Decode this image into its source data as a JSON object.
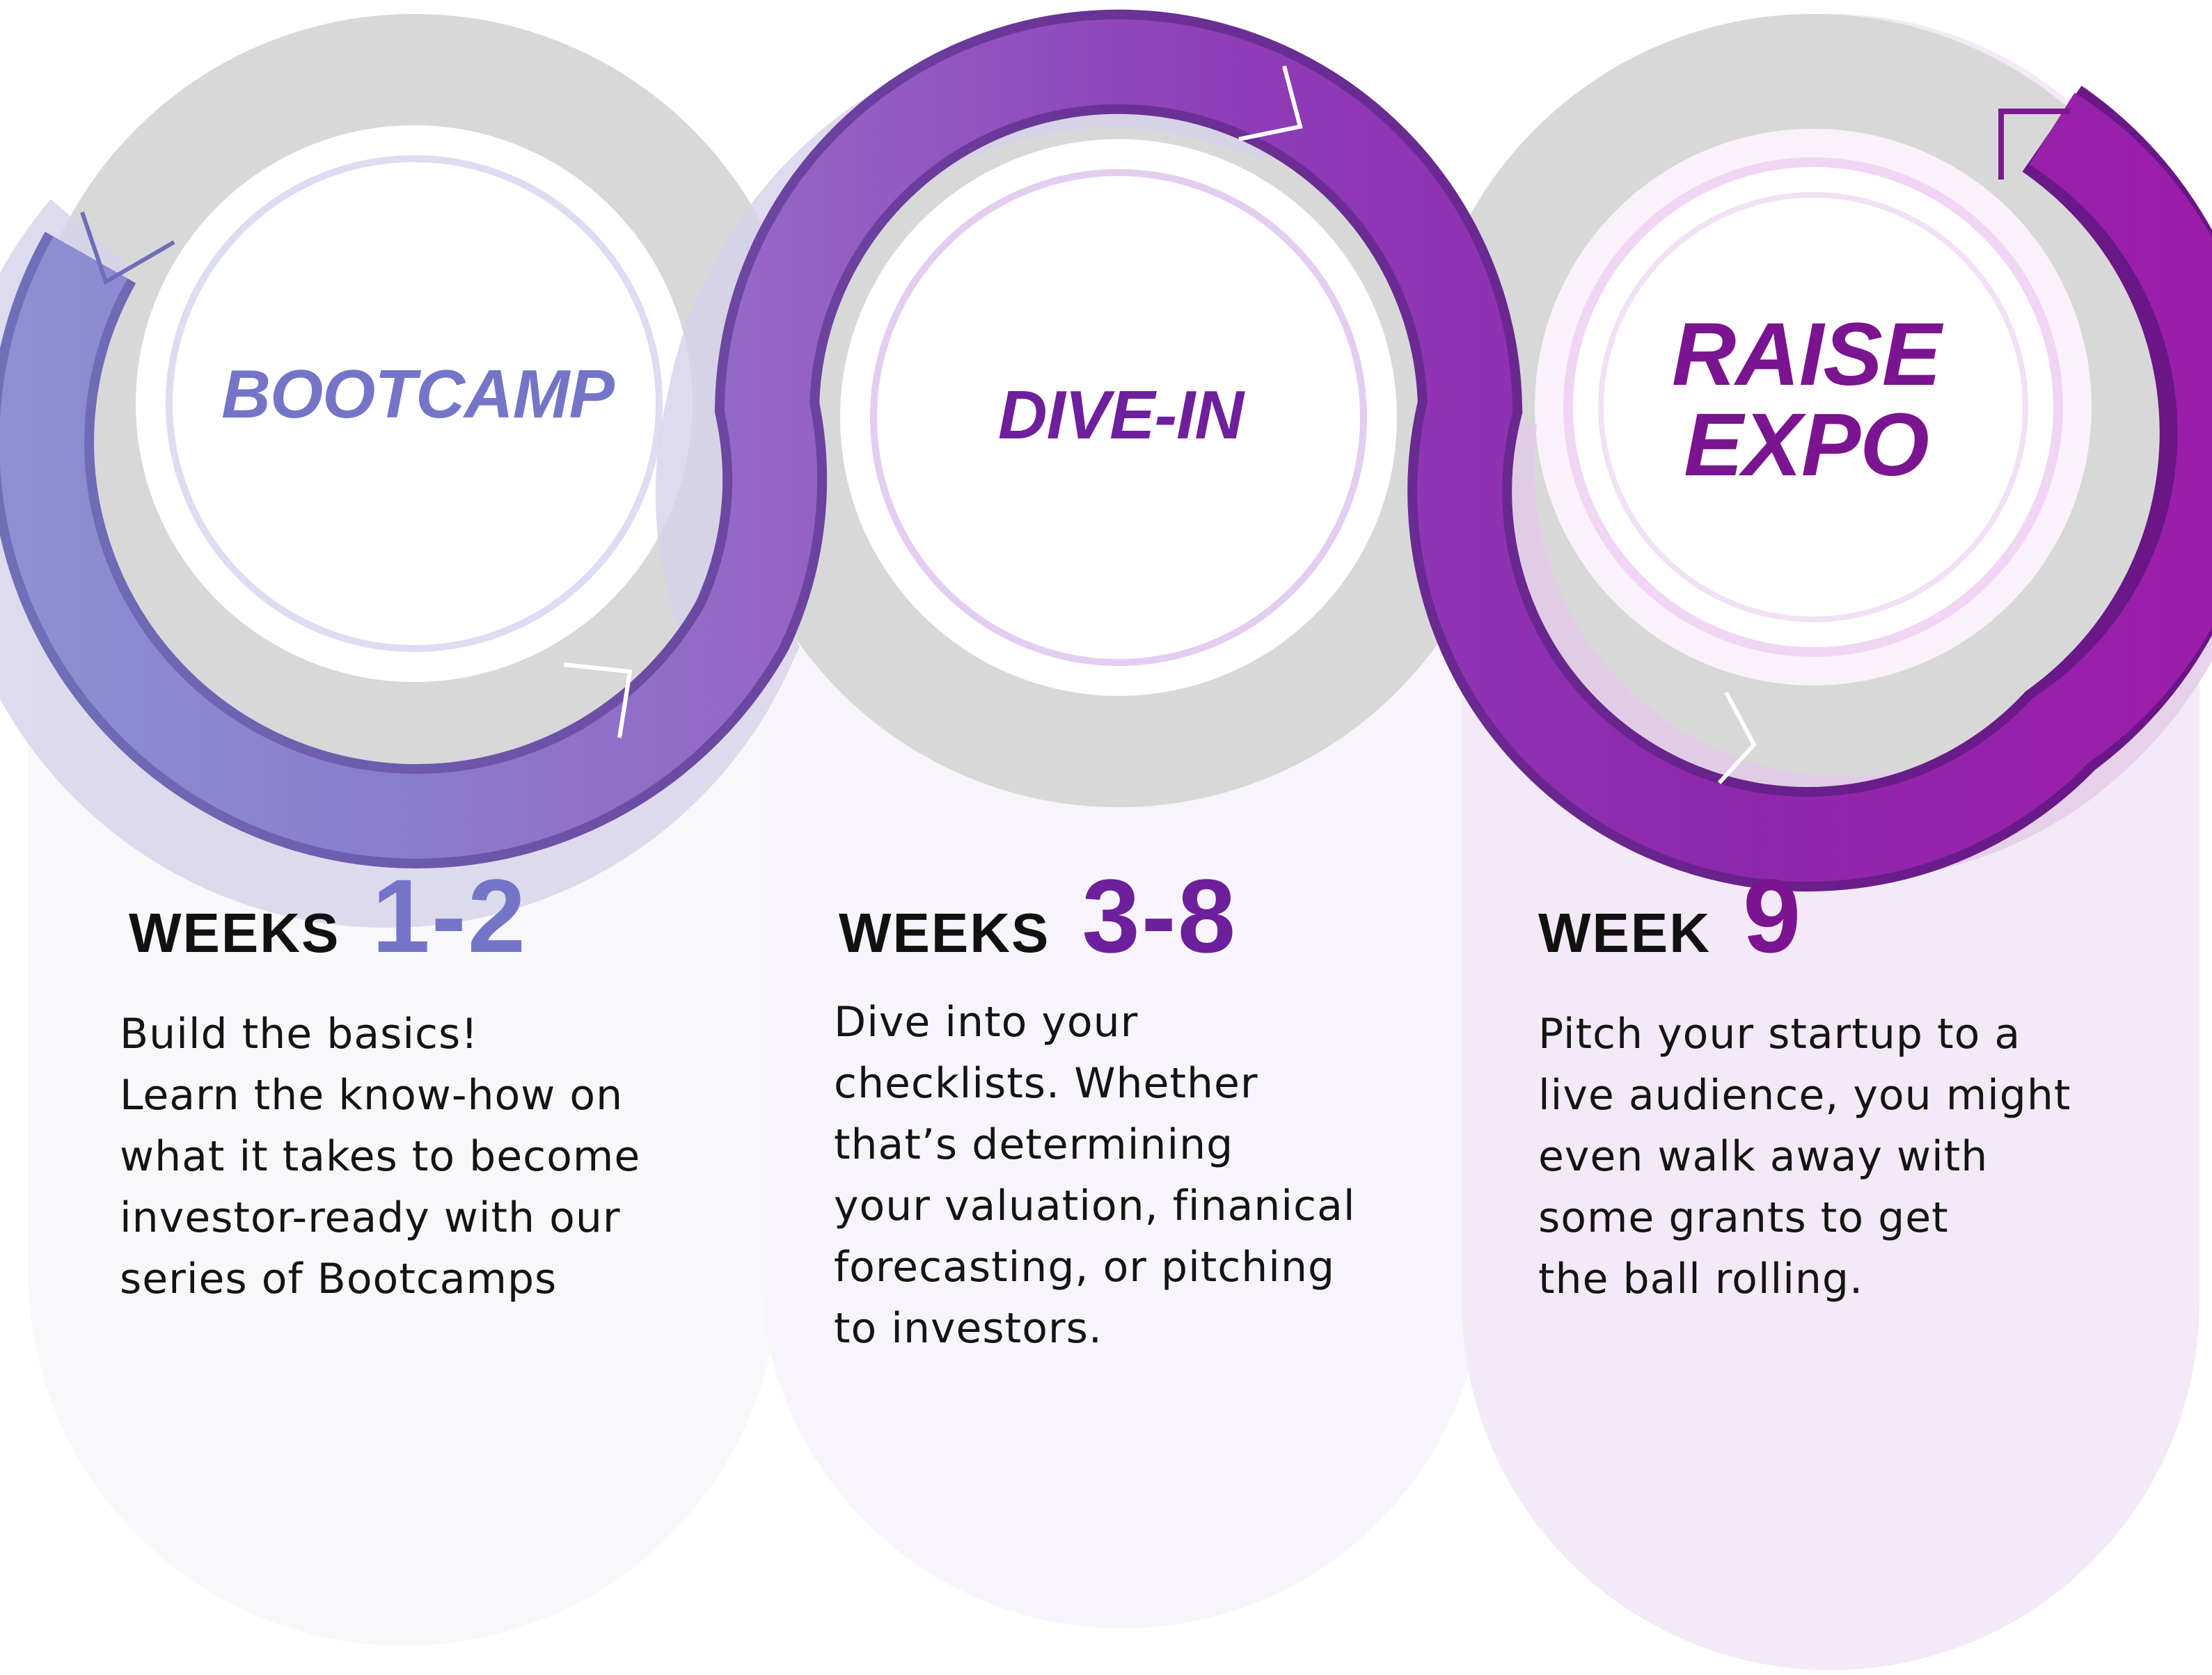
{
  "colors": {
    "stage1": "#7475c8",
    "stage2": "#6e1f9c",
    "stage3": "#7b1490",
    "label": "#111111",
    "body_text": "#141414",
    "track_gray": "#d8d8d8",
    "card_1": "#f8f8fb",
    "card_2": "#f7f5fb",
    "card_3": "#f4e9f6"
  },
  "stages": [
    {
      "title": "BOOTCAMP",
      "weeks_label": "WEEKS",
      "weeks_value": "1-2",
      "description": "Build the basics!\nLearn the know-how on\nwhat it takes to become\ninvestor-ready with our\nseries of Bootcamps"
    },
    {
      "title": "DIVE-IN",
      "weeks_label": "WEEKS",
      "weeks_value": "3-8",
      "description": "Dive into your\nchecklists. Whether\nthat’s determining\nyour valuation, finanical\nforecasting, or pitching\nto investors."
    },
    {
      "title_line1": "RAISE",
      "title_line2": "EXPO",
      "weeks_label": "WEEK",
      "weeks_value": "9",
      "description": "Pitch your startup to a\nlive audience, you might\neven walk away with\nsome grants to get\nthe ball rolling."
    }
  ]
}
